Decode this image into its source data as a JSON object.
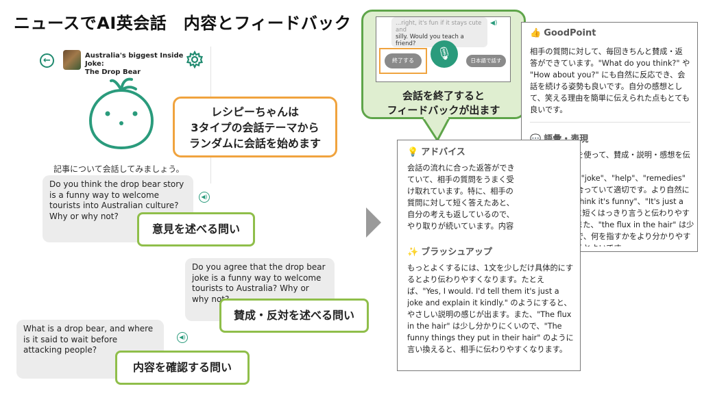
{
  "title": "ニュースでAI英会話　内容とフィードバック",
  "app": {
    "back_icon": "arrow-left-icon",
    "settings_icon": "gear-icon",
    "article_title_line1": "Australia's biggest Inside Joke:",
    "article_title_line2": "The Drop Bear"
  },
  "note": {
    "line1": "レシピーちゃんは",
    "line2": "3タイプの会話テーマから",
    "line3": "ランダムに会話を始めます"
  },
  "chat": {
    "intro": "記事について会話してみましょう。",
    "q1": "Do you think the drop bear story is a funny way to welcome tourists into Australian culture? Why or why not?",
    "q2": "Do you agree that the drop bear joke is a funny way to welcome tourists to Australia? Why or why not?",
    "q3": "What is a drop bear, and where is it said to wait before attacking people?"
  },
  "labels": {
    "opinion": "意見を述べる問い",
    "agree": "賛成・反対を述べる問い",
    "confirm": "内容を確認する問い"
  },
  "callout": {
    "line1": "会話を終了すると",
    "line2": "フィードバックが出ます",
    "phone_text_partial": "...right, it's fun if it stays cute and",
    "phone_text": "silly. Would you teach a friend?",
    "end_button": "終了する",
    "jp_button": "日本語で話す"
  },
  "feedback": {
    "goodpoint_title": "GoodPoint",
    "goodpoint_body": "相手の質問に対して、毎回きちんと賛成・返答ができています。\"What do you think?\" や \"How about you?\" にも自然に反応でき、会話を続ける姿勢も良いです。自分の感想として、笑える理由を簡単に伝えられた点もとても良いです。",
    "vocab_title": "語彙・表現",
    "vocab_body": "基本的な語彙を使って、賛成・説明・感想を伝えられていま す。\"funny\"、\"joke\"、\"help\"、\"remedies\" などは話題に合っていて適切です。より自然にするなら、\"I think it's funny\"、\"It's just a joke\" のように短くはっきり言うと伝わりやすくなります。また、\"the flux in the hair\" は少し不自然なので、何を指すかをより分かりやすい言葉で言えるとよいです。",
    "advice_title": "アドバイス",
    "advice_body": "会話の流れに合った返答ができていて、相手の質問をうまく受け取れています。特に、相手の質問に対して短く答えたあと、自分の考えも返しているので、やり取りが続いています。内容も、ジョークだと説明することで、何が面白いかを伝えられていて良いです。",
    "brushup_title": "ブラッシュアップ",
    "brushup_body": "もっとよくするには、1文を少しだけ具体的にするとより伝わりやすくなります。たとえば、\"Yes, I would. I'd tell them it's just a joke and explain it kindly.\" のようにすると、やさしい説明の感じが出ます。また、\"The flux in the hair\" は少し分かりにくいので、\"The funny things they put in their hair\" のように言い換えると、相手に伝わりやすくなります。"
  },
  "colors": {
    "accent_green": "#2a9b7c",
    "orange_border": "#f0a33e",
    "label_green": "#8fbe4a",
    "callout_bg": "#dfeed0",
    "callout_border": "#5fa54a"
  }
}
